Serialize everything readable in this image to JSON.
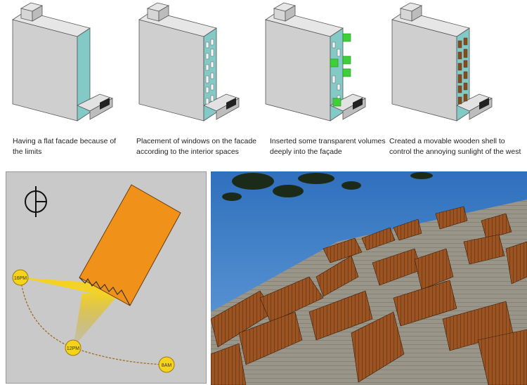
{
  "steps": [
    {
      "caption": "Having a flat facade because of the limits"
    },
    {
      "caption": "Placement of windows on the facade according to the interior spaces"
    },
    {
      "caption": "Inserted some transparent volumes deeply into the façade"
    },
    {
      "caption": "Created a movable wooden shell to control the annoying sunlight of the west"
    }
  ],
  "sun_diagram": {
    "times": [
      "16PM",
      "12PM",
      "8AM"
    ],
    "colors": {
      "building": "#f0921a",
      "sun": "#f6d21d",
      "background": "#c9c9c9"
    },
    "icon": "compass-north-icon"
  },
  "photo": {
    "subject": "building-facade-photo",
    "colors": {
      "sky": "#3d7fc9",
      "wood": "#8a4a1e",
      "concrete": "#9a9589"
    }
  }
}
